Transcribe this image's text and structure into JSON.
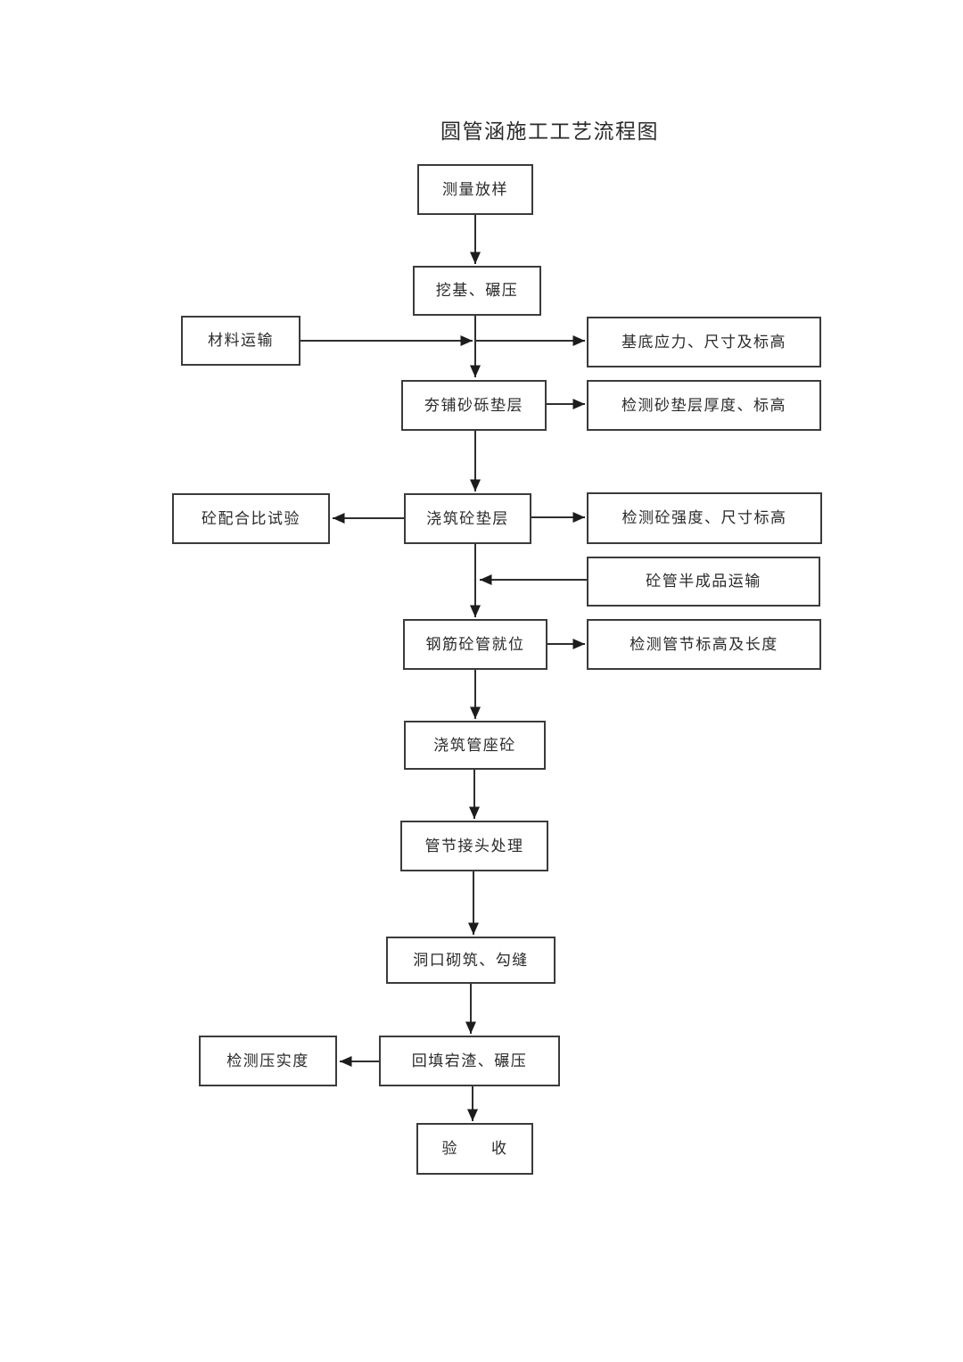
{
  "page": {
    "title": "圆管涵施工工艺流程图",
    "background_color": "#ffffff",
    "line_color": "#2e2e2e",
    "box_border_color": "#3b3b3b",
    "text_color": "#2a2a2a"
  },
  "nodes": {
    "measure": {
      "label": "测量放样"
    },
    "excavate": {
      "label": "挖基、碾压"
    },
    "material": {
      "label": "材料运输"
    },
    "base_check": {
      "label": "基底应力、尺寸及标高"
    },
    "gravel": {
      "label": "夯铺砂砾垫层"
    },
    "gravel_check": {
      "label": "检测砂垫层厚度、标高"
    },
    "mix_test": {
      "label": "砼配合比试验"
    },
    "cushion": {
      "label": "浇筑砼垫层"
    },
    "cushion_check": {
      "label": "检测砼强度、尺寸标高"
    },
    "pipe_transport": {
      "label": "砼管半成品运输"
    },
    "pipe_place": {
      "label": "钢筋砼管就位"
    },
    "pipe_check": {
      "label": "检测管节标高及长度"
    },
    "seat": {
      "label": "浇筑管座砼"
    },
    "joint": {
      "label": "管节接头处理"
    },
    "portal": {
      "label": "洞口砌筑、勾缝"
    },
    "backfill": {
      "label": "回填宕渣、碾压"
    },
    "compact_check": {
      "label": "检测压实度"
    },
    "accept": {
      "label": "验　　收"
    }
  },
  "edges": [
    {
      "from": "测量放样",
      "to": "挖基、碾压",
      "direction": "down"
    },
    {
      "from": "挖基、碾压",
      "to": "夯铺砂砾垫层",
      "direction": "down"
    },
    {
      "from": "材料运输",
      "to": "主流程线",
      "direction": "right"
    },
    {
      "from": "主流程线",
      "to": "基底应力、尺寸及标高",
      "direction": "right"
    },
    {
      "from": "夯铺砂砾垫层",
      "to": "检测砂垫层厚度、标高",
      "direction": "right"
    },
    {
      "from": "夯铺砂砾垫层",
      "to": "浇筑砼垫层",
      "direction": "down"
    },
    {
      "from": "浇筑砼垫层",
      "to": "砼配合比试验",
      "direction": "left"
    },
    {
      "from": "浇筑砼垫层",
      "to": "检测砼强度、尺寸标高",
      "direction": "right"
    },
    {
      "from": "浇筑砼垫层",
      "to": "钢筋砼管就位",
      "direction": "down"
    },
    {
      "from": "砼管半成品运输",
      "to": "主流程线",
      "direction": "left"
    },
    {
      "from": "钢筋砼管就位",
      "to": "检测管节标高及长度",
      "direction": "right"
    },
    {
      "from": "钢筋砼管就位",
      "to": "浇筑管座砼",
      "direction": "down"
    },
    {
      "from": "浇筑管座砼",
      "to": "管节接头处理",
      "direction": "down"
    },
    {
      "from": "管节接头处理",
      "to": "洞口砌筑、勾缝",
      "direction": "down"
    },
    {
      "from": "洞口砌筑、勾缝",
      "to": "回填宕渣、碾压",
      "direction": "down"
    },
    {
      "from": "回填宕渣、碾压",
      "to": "检测压实度",
      "direction": "left"
    },
    {
      "from": "回填宕渣、碾压",
      "to": "验　　收",
      "direction": "down"
    }
  ]
}
